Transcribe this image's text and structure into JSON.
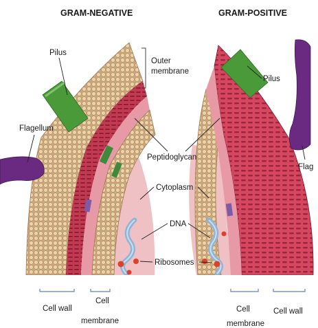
{
  "headings": {
    "gram_negative": "GRAM-NEGATIVE",
    "gram_positive": "GRAM-POSITIVE"
  },
  "labels": {
    "pilus_left": "Pilus",
    "pilus_right": "Pilus",
    "outer_membrane_line1": "Outer",
    "outer_membrane_line2": "membrane",
    "flagellum_left": "Flagellum",
    "flagellum_right": "Flag",
    "peptidoglycan": "Peptidoglycan",
    "cytoplasm": "Cytoplasm",
    "dna": "DNA",
    "ribosomes": "Ribosomes"
  },
  "bottom_labels": {
    "cell_wall_left": "Cell wall",
    "cell_membrane_left_line1": "Cell",
    "cell_membrane_left_line2": "membrane",
    "cell_membrane_right_line1": "Cell",
    "cell_membrane_right_line2": "membrane",
    "cell_wall_right": "Cell wall"
  },
  "colors": {
    "lipid_head": "#e8cfa3",
    "lipid_tail": "#c9a37a",
    "peptidoglycan": "#c8374f",
    "cytoplasm": "#efc1c4",
    "pilus": "#4a9a3a",
    "flagellum": "#6b2a82",
    "dna": "#8fb5d6",
    "ribosome": "#d9432c",
    "bracket": "#5f86b8"
  }
}
